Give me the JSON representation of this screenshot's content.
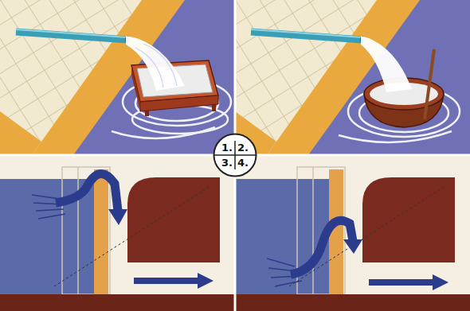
{
  "diagram": {
    "nodes": [
      {
        "text": [
          "1.",
          "2.",
          "3.",
          "4."
        ]
      }
    ]
  }
}
